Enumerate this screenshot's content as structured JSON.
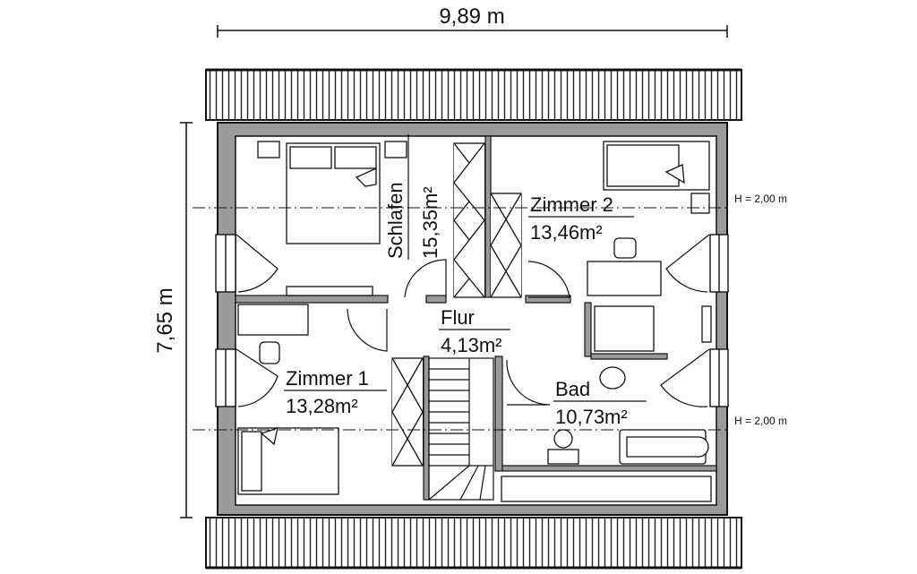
{
  "dimensions": {
    "width_label": "9,89 m",
    "height_label": "7,65 m"
  },
  "height_markers": [
    "H = 2,00 m",
    "H = 2,00 m"
  ],
  "rooms": [
    {
      "name": "Schlafen",
      "area": "15,35m²"
    },
    {
      "name": "Zimmer 2",
      "area": "13,46m²"
    },
    {
      "name": "Flur",
      "area": "4,13m²"
    },
    {
      "name": "Zimmer 1",
      "area": "13,28m²"
    },
    {
      "name": "Bad",
      "area": "10,73m²"
    }
  ]
}
